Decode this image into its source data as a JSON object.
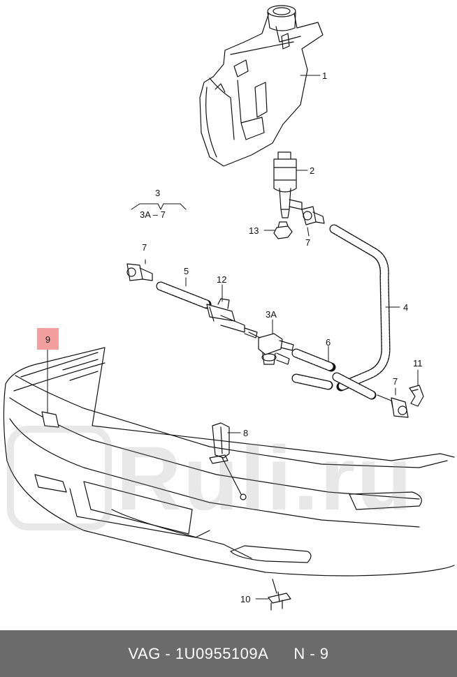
{
  "diagram": {
    "callouts": {
      "c1": "1",
      "c2": "2",
      "c3": "3",
      "c3range": "3A – 7",
      "c13": "13",
      "c7a": "7",
      "c7b": "7",
      "c7c": "7",
      "c5": "5",
      "c12": "12",
      "c3a": "3A",
      "c4": "4",
      "c6": "6",
      "c11": "11",
      "c8": "8",
      "c10": "10",
      "c9": "9"
    },
    "highlight_color": "#f39f9f"
  },
  "watermark": {
    "text": "Ruli.ru"
  },
  "footer": {
    "brand": "VAG - 1U0955109A",
    "position": "N - 9",
    "background": "#6b6b6b"
  }
}
